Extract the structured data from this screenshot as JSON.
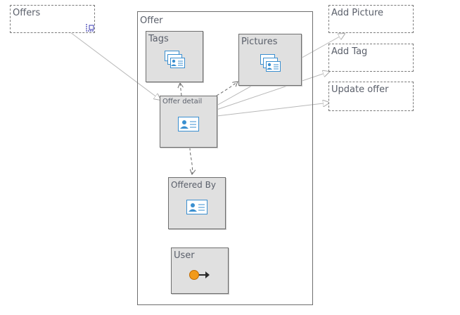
{
  "external_nodes": {
    "offers": "Offers",
    "add_picture": "Add Picture",
    "add_tag": "Add Tag",
    "update_offer": "Update offer"
  },
  "container": {
    "title": "Offer"
  },
  "nodes": {
    "tags": "Tags",
    "pictures": "Pictures",
    "offer_detail": "Offer detail",
    "offered_by": "Offered By",
    "user": "User"
  },
  "icons": {
    "list": "card-stack-icon",
    "detail": "contact-card-icon",
    "user": "user-exit-icon"
  },
  "colors": {
    "node_fill": "#e0e0e0",
    "line": "#b8b8b8",
    "card_blue": "#3a8fd0",
    "user_orange": "#f29a1b"
  }
}
